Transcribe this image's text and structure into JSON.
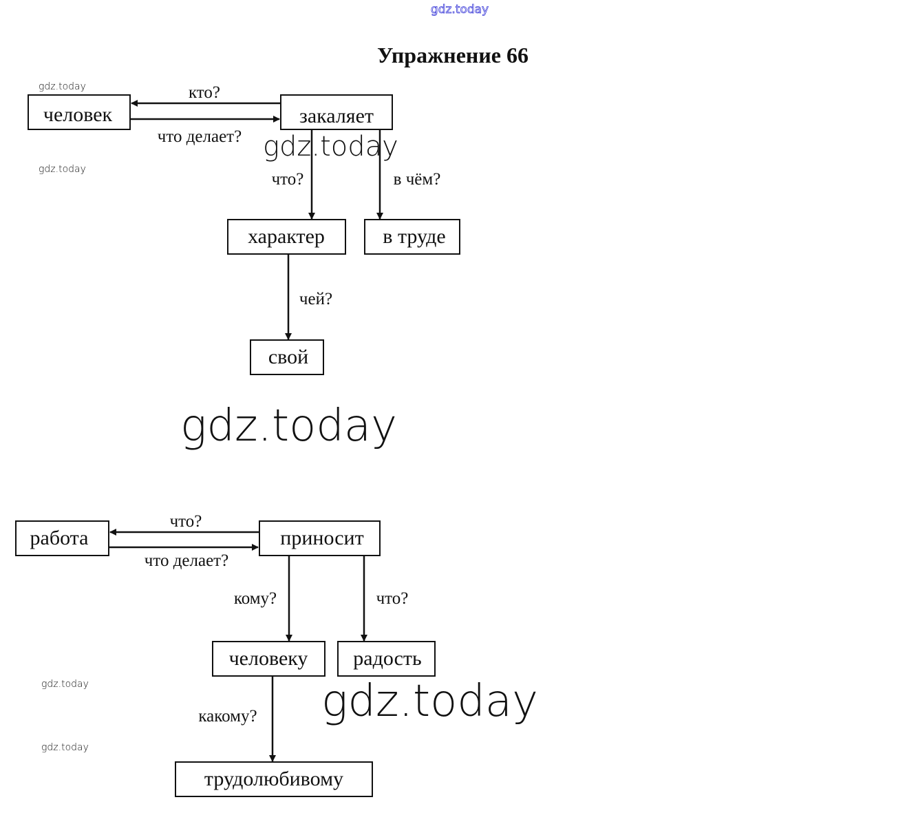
{
  "watermark": "gdz.today",
  "title": "Упражнение 66",
  "diagram1": {
    "nodes": {
      "subject": "человек",
      "verb": "закаляет",
      "object": "характер",
      "adverbial": "в труде",
      "attribute": "свой"
    },
    "questions": {
      "who": "кто?",
      "what_does": "что делает?",
      "what": "что?",
      "in_what": "в чём?",
      "whose": "чей?"
    }
  },
  "diagram2": {
    "nodes": {
      "subject": "работа",
      "verb": "приносит",
      "indirect": "человеку",
      "object": "радость",
      "attribute": "трудолюбивому"
    },
    "questions": {
      "what": "что?",
      "what_does": "что делает?",
      "to_whom": "кому?",
      "what2": "что?",
      "which": "какому?"
    }
  },
  "colors": {
    "ink": "#111111",
    "watermark_blue": "#3a3ad8"
  }
}
